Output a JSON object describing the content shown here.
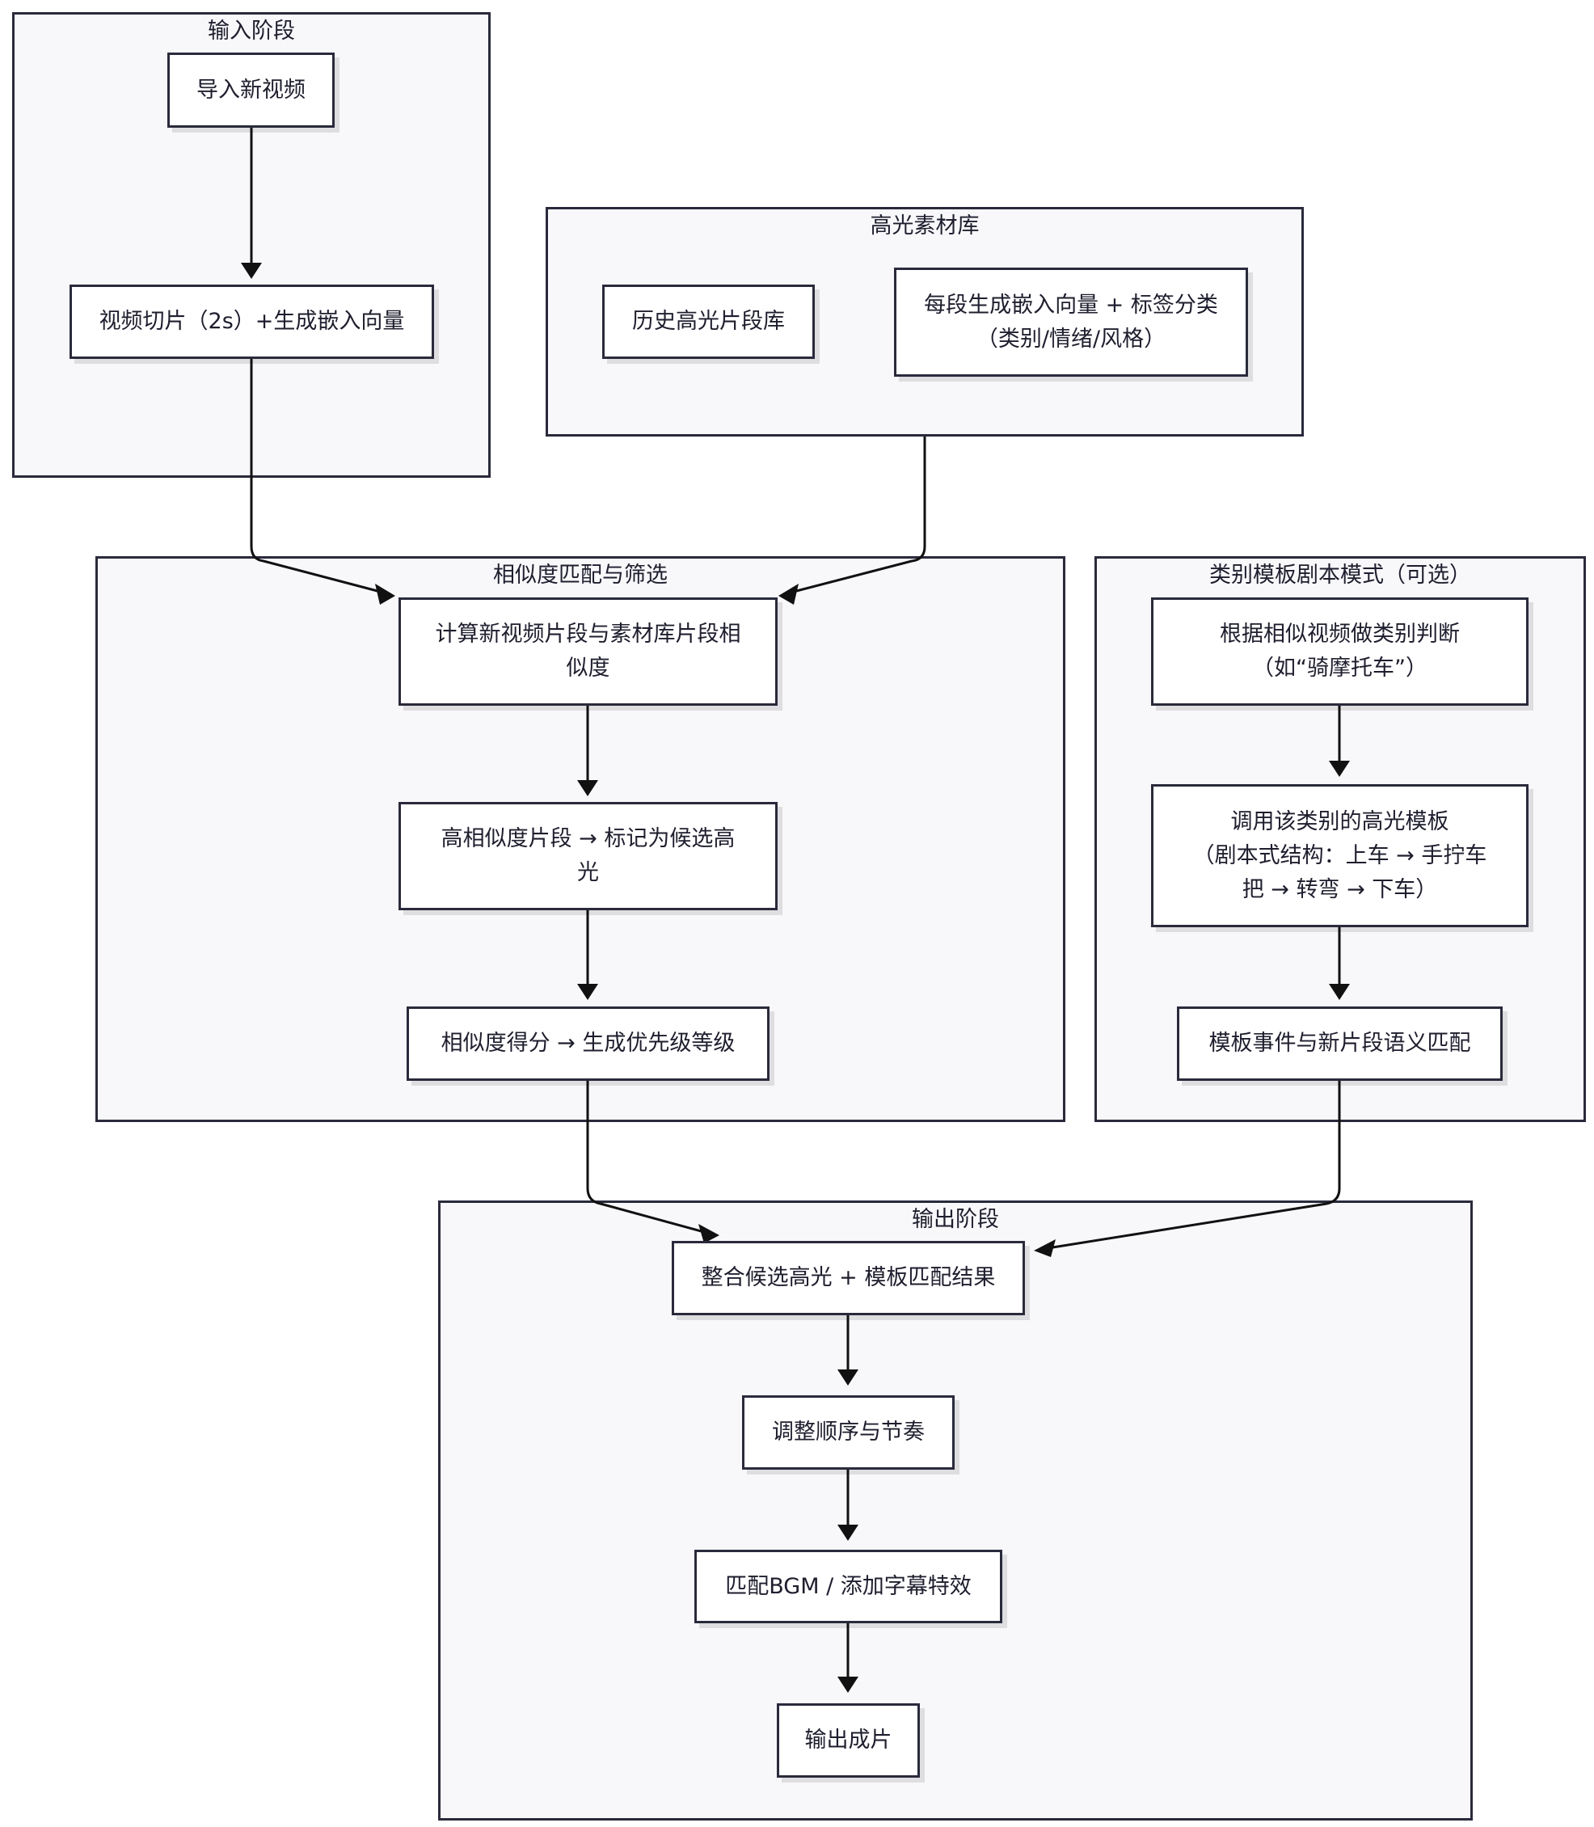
{
  "groups": {
    "input": {
      "title": "输入阶段"
    },
    "library": {
      "title": "高光素材库"
    },
    "match": {
      "title": "相似度匹配与筛选"
    },
    "template": {
      "title": "类别模板剧本模式（可选）"
    },
    "output": {
      "title": "输出阶段"
    }
  },
  "nodes": {
    "import_video": "导入新视频",
    "slice_video": "视频切片（2s）+生成嵌入向量",
    "history_library": "历史高光片段库",
    "embed_tag": "每段生成嵌入向量 + 标签分类\n（类别/情绪/风格）",
    "calc_similarity": "计算新视频片段与素材库片段相\n似度",
    "mark_candidate": "高相似度片段 → 标记为候选高\n光",
    "score_priority": "相似度得分 → 生成优先级等级",
    "classify": "根据相似视频做类别判断\n（如“骑摩托车”）",
    "call_template": "调用该类别的高光模板\n（剧本式结构：上车 → 手拧车\n把 → 转弯 → 下车）",
    "semantic_match": "模板事件与新片段语义匹配",
    "merge_results": "整合候选高光 + 模板匹配结果",
    "adjust_order": "调整顺序与节奏",
    "bgm_effects": "匹配BGM / 添加字幕特效",
    "output_film": "输出成片"
  }
}
